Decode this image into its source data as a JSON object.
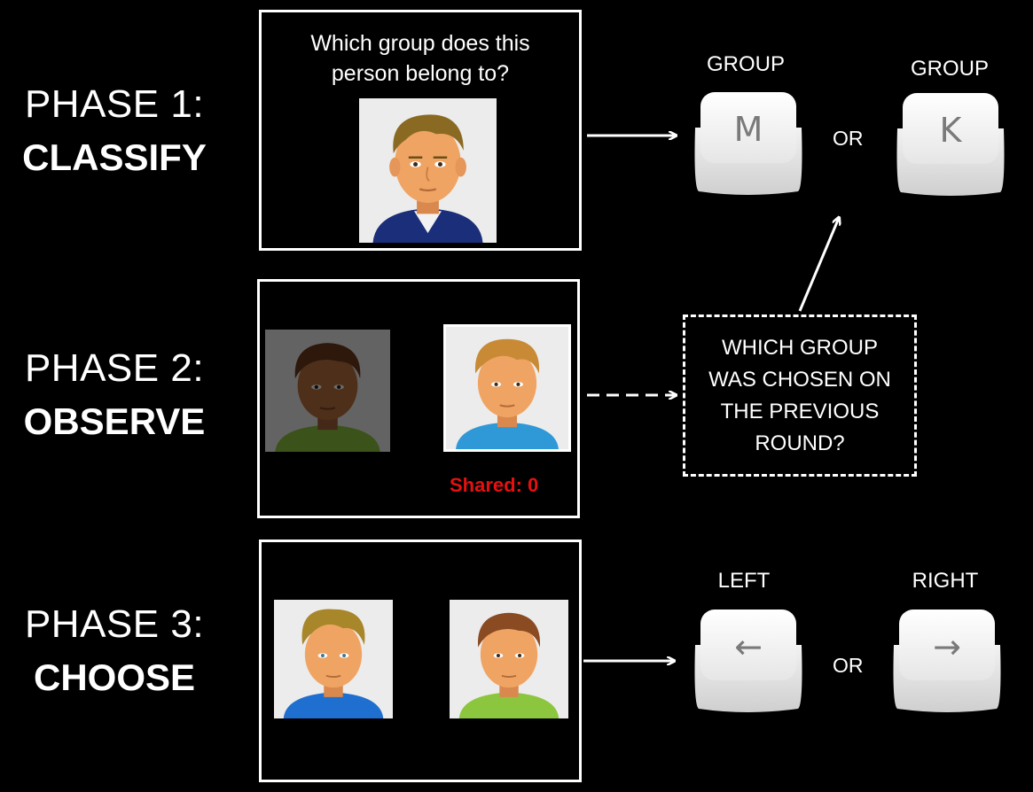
{
  "phases": [
    {
      "label": "PHASE 1:",
      "action": "CLASSIFY"
    },
    {
      "label": "PHASE 2:",
      "action": "OBSERVE"
    },
    {
      "label": "PHASE 3:",
      "action": "CHOOSE"
    }
  ],
  "phase1": {
    "question_line1": "Which group does this",
    "question_line2": "person belong to?",
    "option_left": {
      "label": "GROUP",
      "key": "M"
    },
    "option_right": {
      "label": "GROUP",
      "key": "K"
    },
    "or": "OR"
  },
  "phase2": {
    "shared_text": "Shared: 0",
    "note_lines": [
      "WHICH GROUP",
      "WAS CHOSEN ON",
      "THE PREVIOUS",
      "ROUND?"
    ]
  },
  "phase3": {
    "option_left": {
      "label": "LEFT",
      "key": "←"
    },
    "option_right": {
      "label": "RIGHT",
      "key": "→"
    },
    "or": "OR"
  },
  "colors": {
    "background": "#000000",
    "shared_text": "#e61010",
    "key_glyph": "#7a7a7a"
  }
}
